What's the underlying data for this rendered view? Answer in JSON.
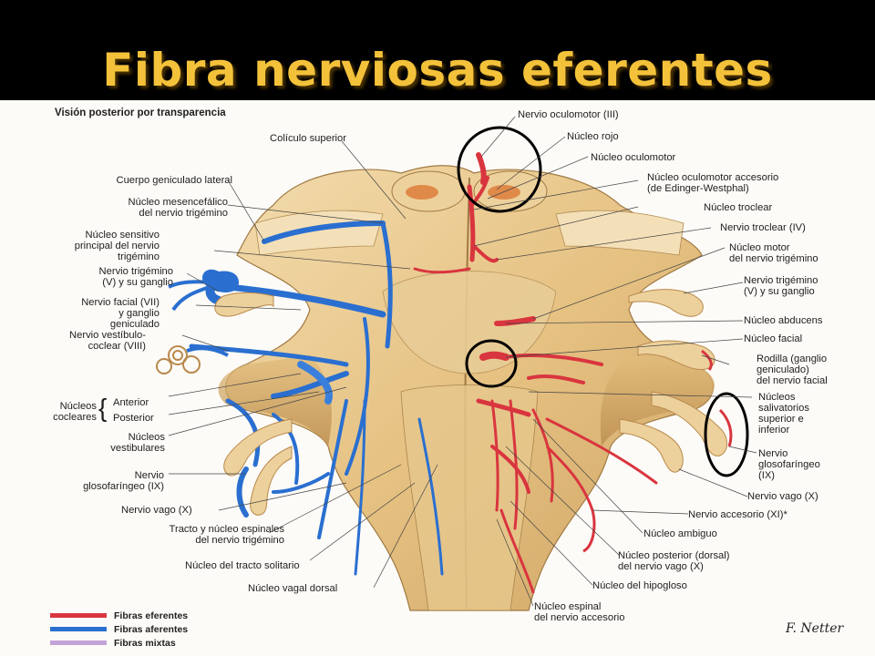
{
  "slide": {
    "title": "Fibra nerviosas eferentes"
  },
  "plate": {
    "subtitle": "Visión posterior por transparencia",
    "labels_left": {
      "coliculo": "Colículo superior",
      "geniculado_lateral": "Cuerpo geniculado lateral",
      "mesencefalico": "Núcleo mesencefálico\ndel nervio trigémino",
      "sensitivo": "Núcleo sensitivo\nprincipal del nervio\ntrigémino",
      "trigemino_izq": "Nervio trigémino\n(V) y su ganglio",
      "facial_izq": "Nervio facial (VII)\ny ganglio\ngeniculado",
      "vestibulococlear": "Nervio vestíbulo-\ncoclear (VIII)",
      "nucleos_cocleares": "Núcleos\ncocleares",
      "anterior": "Anterior",
      "posterior": "Posterior",
      "vestibulares": "Núcleos\nvestibulares",
      "glosofaringeo_izq": "Nervio\nglosofaríngeo (IX)",
      "vago_izq": "Nervio vago (X)",
      "tracto_espinal": "Tracto y núcleo espinales\ndel nervio trigémino",
      "tracto_solitario": "Núcleo del tracto solitario",
      "vagal_dorsal": "Núcleo vagal dorsal"
    },
    "labels_right": {
      "oculomotor_nervio": "Nervio oculomotor (III)",
      "rojo": "Núcleo rojo",
      "oculomotor_nucleo": "Núcleo oculomotor",
      "accesorio_ew": "Núcleo oculomotor accesorio\n(de Edinger-Westphal)",
      "troclear_nucleo": "Núcleo troclear",
      "troclear_nervio": "Nervio troclear (IV)",
      "motor_trigemino": "Núcleo motor\ndel nervio trigémino",
      "trigemino_der": "Nervio trigémino\n(V) y su ganglio",
      "abducens": "Núcleo abducens",
      "facial_nucleo": "Núcleo facial",
      "rodilla": "Rodilla (ganglio\ngeniculado)\ndel nervio facial",
      "salivatorios": "Núcleos\nsalivatorios\nsuperior e\ninferior",
      "glosofaringeo_der": "Nervio\nglosofaríngeo\n(IX)",
      "vago_der": "Nervio vago (X)",
      "accesorio_nervio": "Nervio accesorio (XI)*",
      "ambiguo": "Núcleo ambiguo",
      "posterior_vago": "Núcleo posterior (dorsal)\ndel nervio vago (X)",
      "hipogloso": "Núcleo del hipogloso",
      "espinal_accesorio": "Núcleo espinal\ndel nervio accesorio"
    },
    "legend": [
      {
        "label": "Fibras eferentes",
        "color": "#d9353f"
      },
      {
        "label": "Fibras aferentes",
        "color": "#2a6fd0"
      },
      {
        "label": "Fibras mixtas",
        "color": "#c3a2d8"
      }
    ],
    "signature": "F. Netter",
    "colors": {
      "efferent": "#d9353f",
      "afferent": "#2a6fd0",
      "tissue": "#e9c98a",
      "highlight": "#000000"
    }
  }
}
